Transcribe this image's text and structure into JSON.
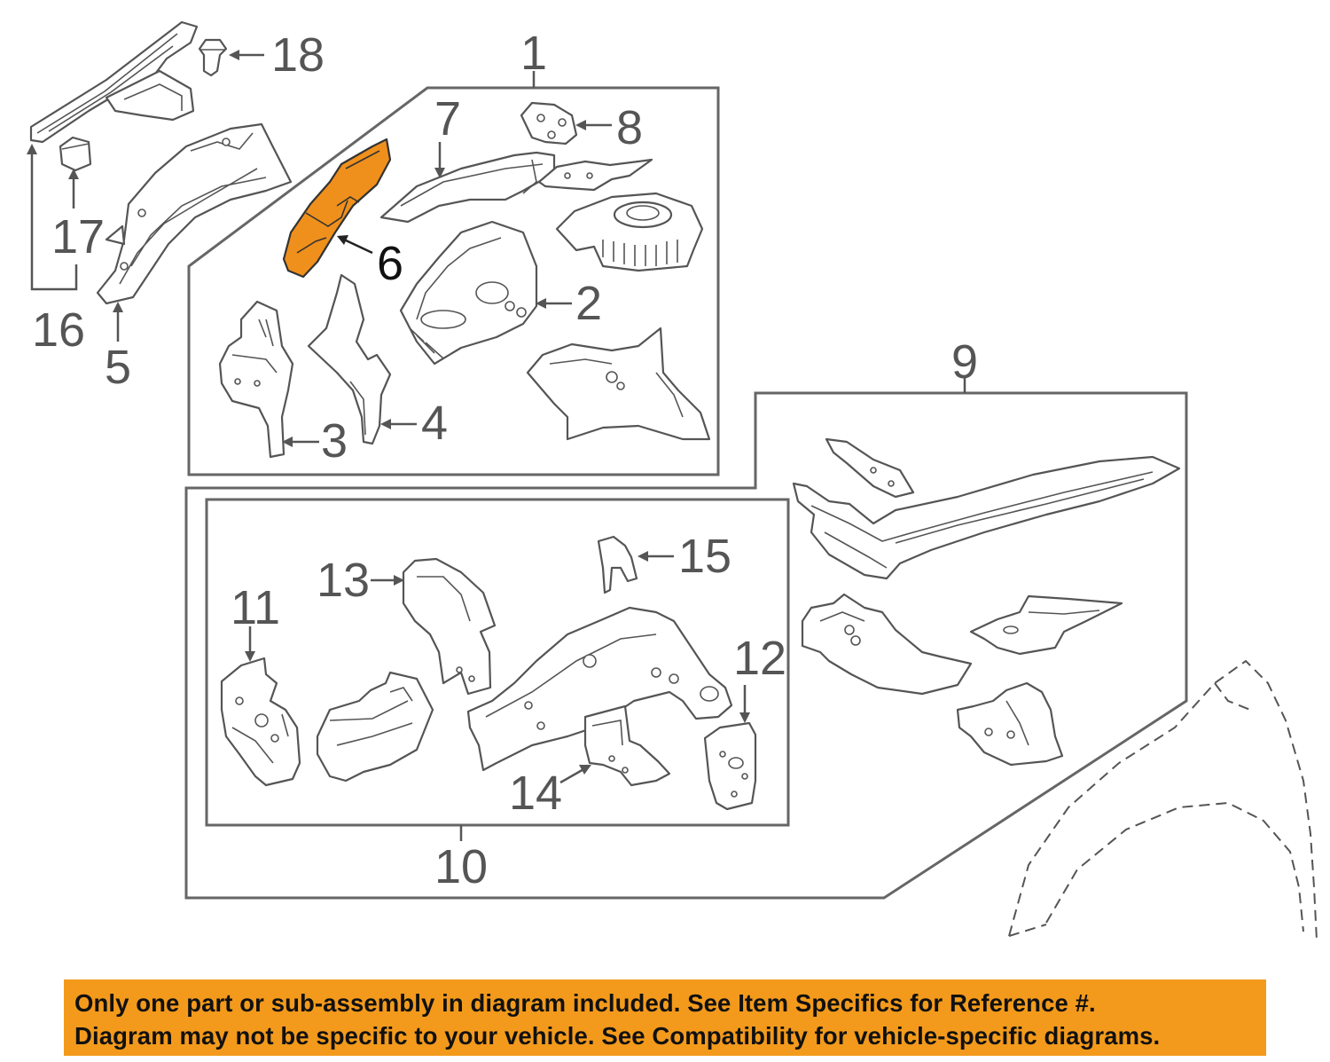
{
  "callouts": {
    "c1": "1",
    "c2": "2",
    "c3": "3",
    "c4": "4",
    "c5": "5",
    "c6": "6",
    "c7": "7",
    "c8": "8",
    "c9": "9",
    "c10": "10",
    "c11": "11",
    "c12": "12",
    "c13": "13",
    "c14": "14",
    "c15": "15",
    "c16": "16",
    "c17": "17",
    "c18": "18"
  },
  "highlighted_part": "6",
  "colors": {
    "highlight": "#f0901c",
    "banner": "#f39a1c",
    "line": "#555555"
  },
  "banner": {
    "line1": "Only one part or sub-assembly in diagram included. See Item Specifics for Reference #.",
    "line2": "Diagram may not be specific to your vehicle. See Compatibility for vehicle-specific diagrams."
  }
}
